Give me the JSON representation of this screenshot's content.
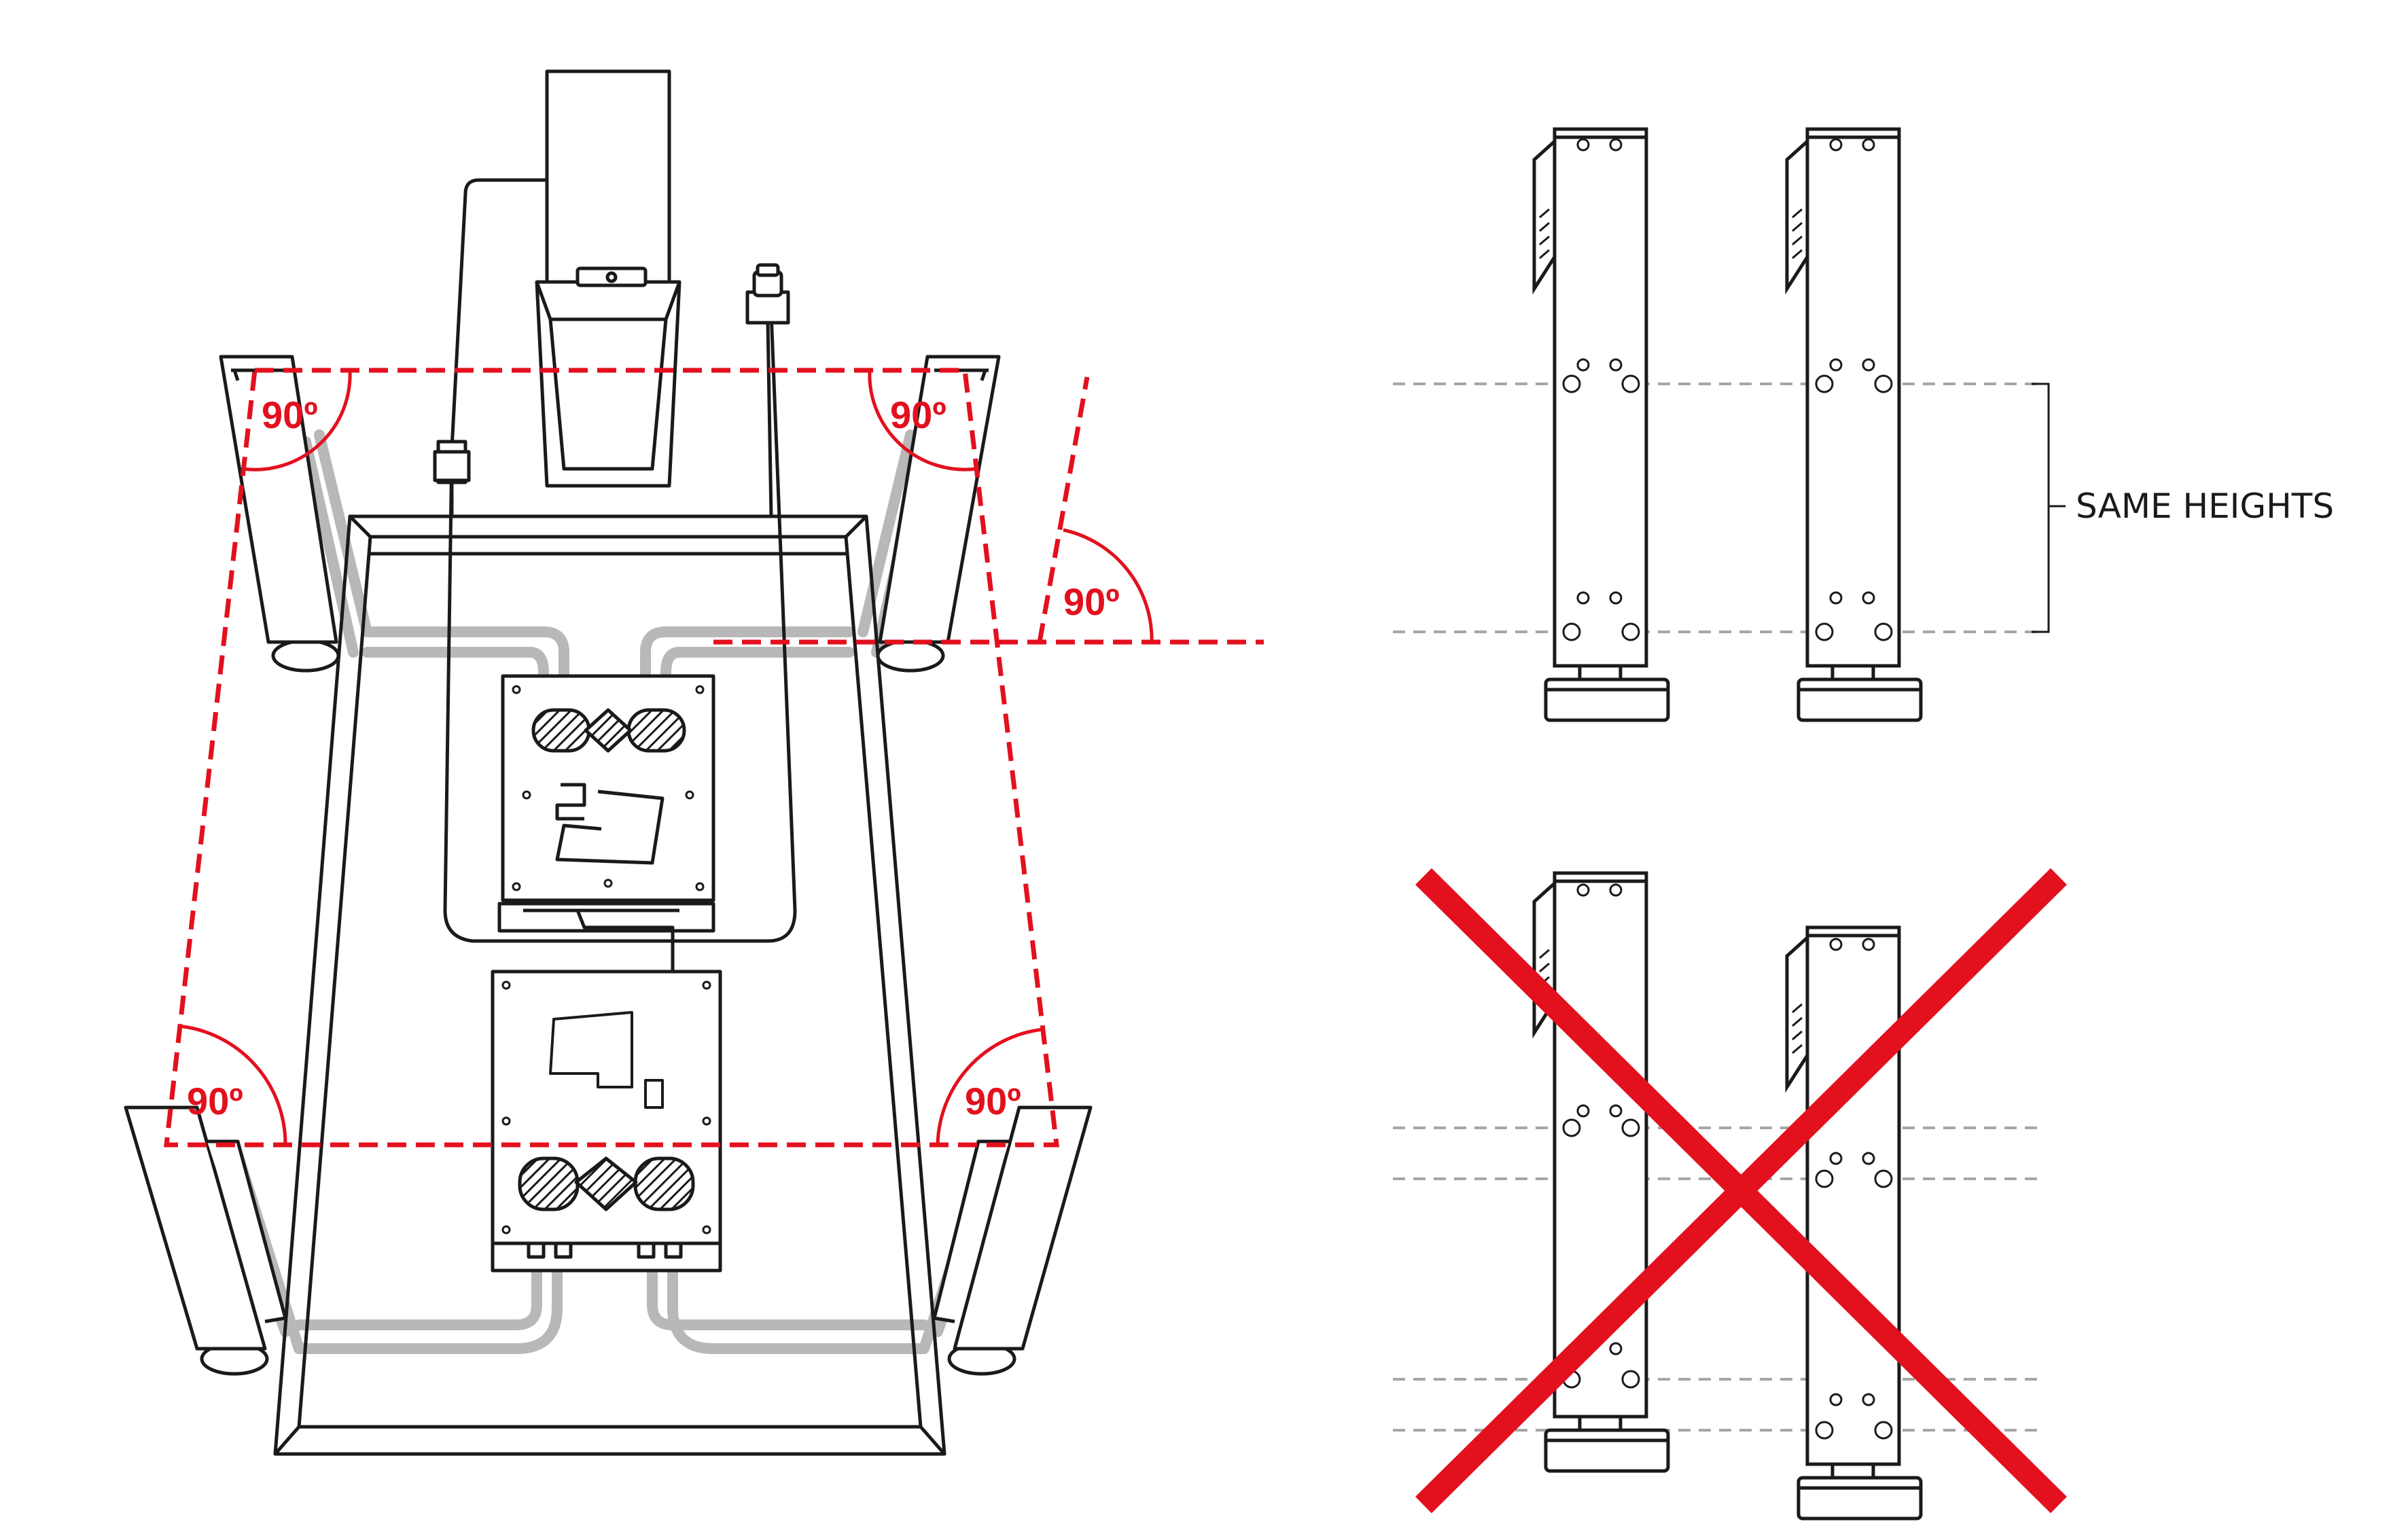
{
  "colors": {
    "line": "#1a1a1a",
    "accent": "#e3101e",
    "cable": "#b8b8b8",
    "guide": "#a6a6a6",
    "fill": "#ffffff"
  },
  "angle_label": "90º",
  "same_heights_label": "SAME HEIGHTS",
  "icons": [
    "corner-leg",
    "power-brick",
    "control-box",
    "foot-pad",
    "cross-mark"
  ]
}
